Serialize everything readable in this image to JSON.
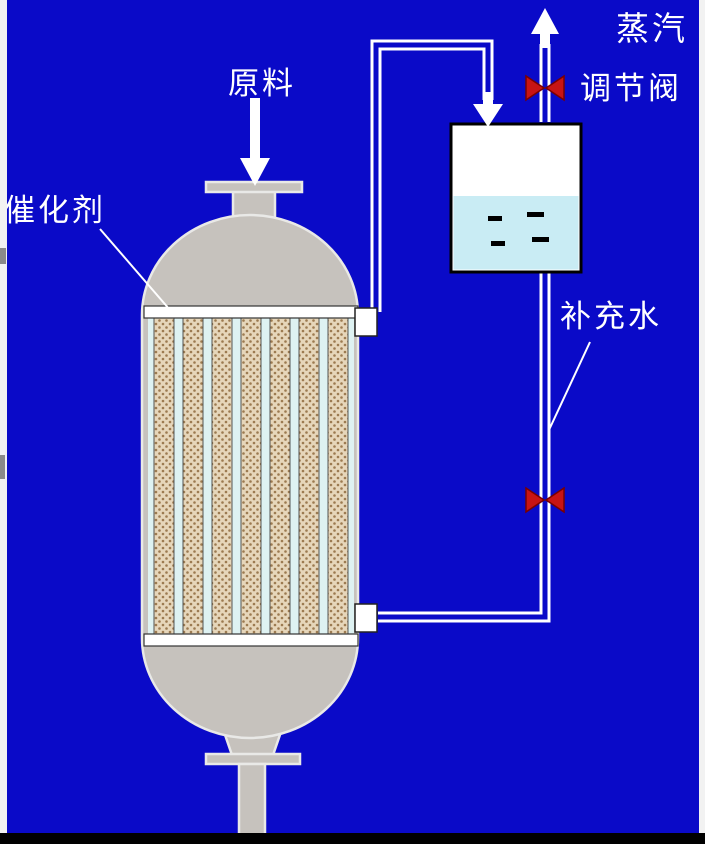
{
  "labels": {
    "feed": "原料",
    "catalyst": "催化剂",
    "steam": "蒸汽",
    "control_valve": "调节阀",
    "makeup_water": "补充水"
  },
  "colors": {
    "background": "#0a0ac8",
    "vessel": "#c6c2bd",
    "tube_bg": "#def2f2",
    "tube_fill": "#e6d6ba",
    "tube_dot": "#9c7a50",
    "drum_water": "#c9ecf4",
    "valve": "#c81414",
    "edge_strip": "#f2f2f2",
    "edge_mark": "#8a8a8a",
    "bottom_bar": "#000000"
  }
}
